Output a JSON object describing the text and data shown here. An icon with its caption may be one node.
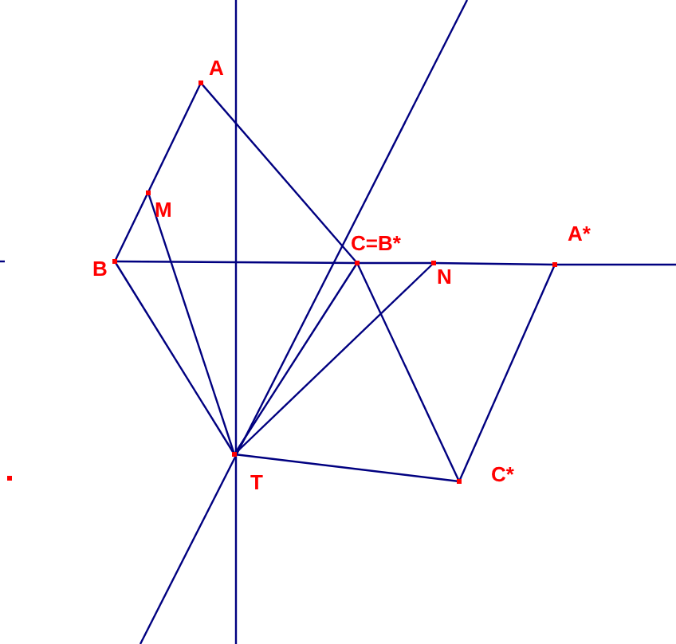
{
  "diagram": {
    "nodes": [
      {
        "text": [
          "A"
        ]
      },
      {
        "text": [
          "M"
        ]
      },
      {
        "text": [
          "B"
        ]
      },
      {
        "text": [
          "C=B*"
        ]
      },
      {
        "text": [
          "N"
        ]
      },
      {
        "text": [
          "A*"
        ]
      },
      {
        "text": [
          "T"
        ]
      },
      {
        "text": [],
        "shape": "box"
      },
      {
        "text": [
          "C*"
        ]
      }
    ],
    "edges": [
      {
        "from": 0,
        "to": 2,
        "arrow": "none"
      },
      {
        "from": 0,
        "to": 3,
        "arrow": "none"
      },
      {
        "from": 2,
        "to": 6,
        "arrow": "none"
      },
      {
        "from": 1,
        "to": 6,
        "arrow": "none"
      },
      {
        "from": 3,
        "to": 6,
        "arrow": "none"
      },
      {
        "from": 3,
        "to": 8,
        "arrow": "none"
      },
      {
        "from": 4,
        "to": 6,
        "arrow": "none"
      },
      {
        "from": 6,
        "to": 8,
        "arrow": "none"
      },
      {
        "from": 8,
        "to": 5,
        "arrow": "none"
      },
      {
        "from": 2,
        "to": 3,
        "arrow": "none"
      },
      {
        "from": 3,
        "to": 4,
        "arrow": "none"
      },
      {
        "from": 4,
        "to": 5,
        "arrow": "none"
      }
    ]
  }
}
